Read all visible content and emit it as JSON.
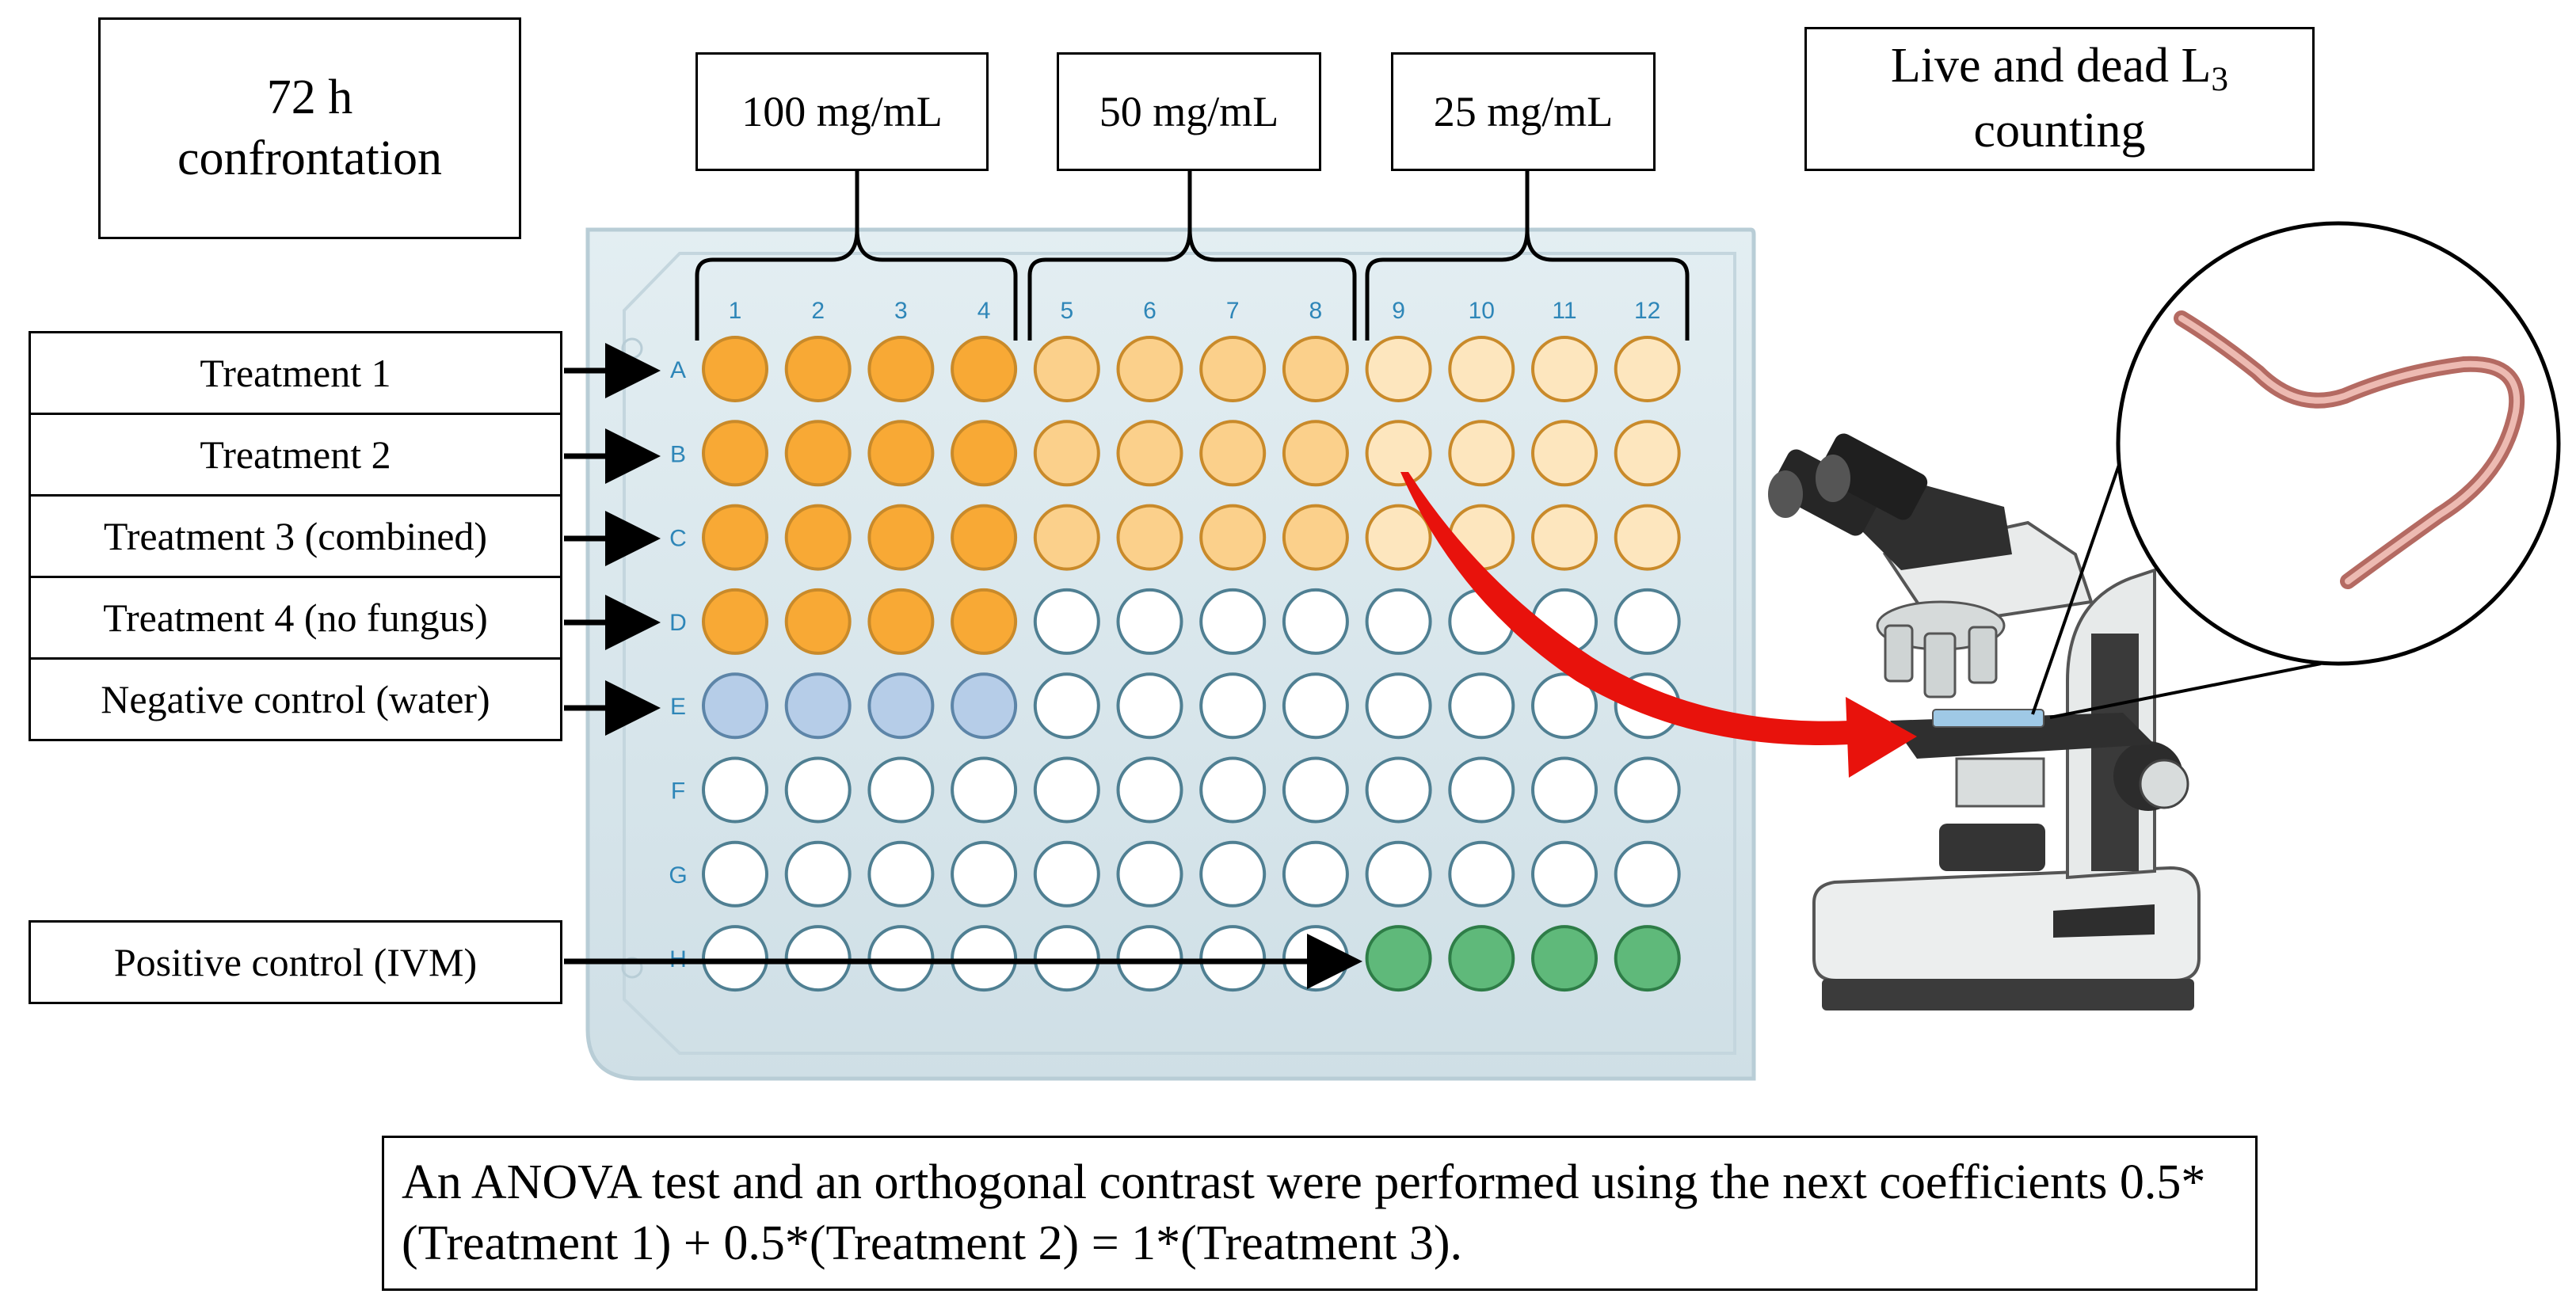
{
  "time_label": "72 h confrontation",
  "concentrations": [
    "100 mg/mL",
    "50 mg/mL",
    "25 mg/mL"
  ],
  "counting": {
    "text": "Live and dead L",
    "sub": "3",
    "text2": "counting"
  },
  "rows": [
    {
      "letter": "A",
      "label": "Treatment 1"
    },
    {
      "letter": "B",
      "label": "Treatment 2"
    },
    {
      "letter": "C",
      "label": "Treatment 3 (combined)"
    },
    {
      "letter": "D",
      "label": "Treatment 4 (no fungus)"
    },
    {
      "letter": "E",
      "label": "Negative control (water)"
    },
    {
      "letter": "F",
      "label": ""
    },
    {
      "letter": "G",
      "label": ""
    },
    {
      "letter": "H",
      "label": "Positive control (IVM)"
    }
  ],
  "columns": [
    "1",
    "2",
    "3",
    "4",
    "5",
    "6",
    "7",
    "8",
    "9",
    "10",
    "11",
    "12"
  ],
  "anova_note": "An ANOVA test and an orthogonal contrast were performed using the next coefficients 0.5*(Treatment 1) + 0.5*(Treatment 2) = 1*(Treatment 3).",
  "colors": {
    "high": "#f8a935",
    "med": "#fbd08b",
    "low": "#fde6be",
    "negative": "#b6cde8",
    "positive": "#5fb97a",
    "empty": "#ffffff",
    "arrow": "#e8120c",
    "plate": "#d6e4ea",
    "plate_text": "#2e86b8"
  }
}
